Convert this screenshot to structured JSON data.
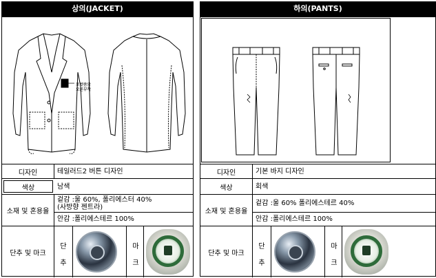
{
  "jacket": {
    "title": "상의(JACKET)",
    "header_color": "#000000",
    "pocket_note": [
      "포켓중앙",
      "오른부착"
    ],
    "design_label": "디자인",
    "design_value": "테일러드2 버튼 디자인",
    "color_label": "색상",
    "color_value": "남색",
    "material_label": "소재 및 혼용율",
    "outer_value": "겉감 :울 60%, 폴리에스터 40%",
    "outer_value_2": "(사방향 젠트라)",
    "lining_value": "안감 :폴리에스테르 100%",
    "button_label": "단추 및 마크",
    "button_chars": [
      "단",
      "추"
    ],
    "mark_chars": [
      "마",
      "크"
    ]
  },
  "pants": {
    "title": "하의(PANTS)",
    "header_color": "#000000",
    "design_label": "디자인",
    "design_value": "기본 바지 디자인",
    "color_label": "색상",
    "color_value": "회색",
    "material_label": "소재 및 혼용율",
    "outer_value": "겉감 :울 60% 폴리에스테르 40%",
    "lining_value": "안감 :폴리에스테르 100%",
    "button_label": "단추 및 마크",
    "button_chars": [
      "단",
      "추"
    ],
    "mark_chars": [
      "마",
      "크"
    ]
  }
}
